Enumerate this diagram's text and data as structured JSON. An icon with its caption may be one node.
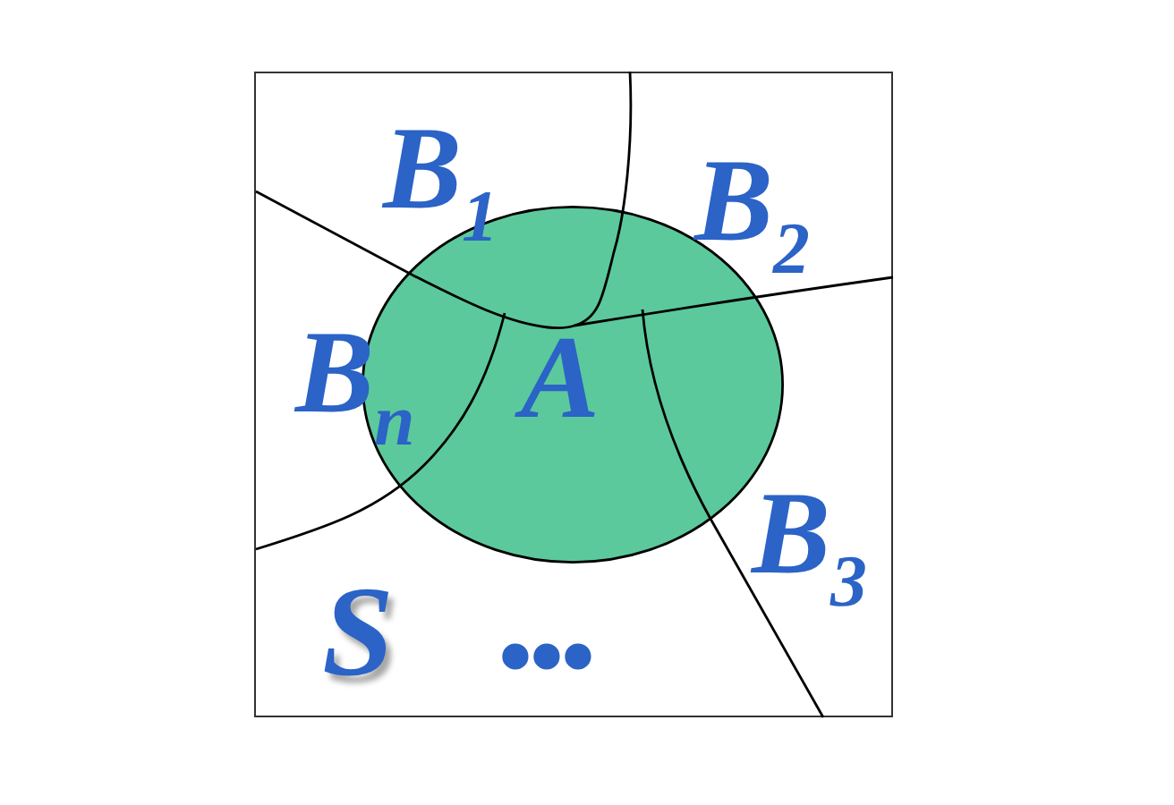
{
  "diagram": {
    "nodes": [
      {
        "text": [
          "S"
        ]
      },
      {
        "text": [
          "A"
        ],
        "in": 0
      }
    ],
    "labels": [
      "B$_{1}$",
      "B$_{2}$",
      "B$_{n}$",
      "B$_{3}$",
      "..."
    ]
  }
}
